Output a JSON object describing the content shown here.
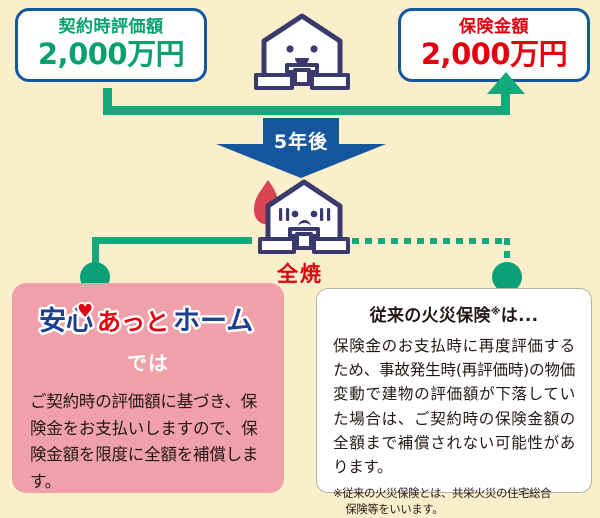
{
  "colors": {
    "background": "#faeecb",
    "green": "#13a97a",
    "navy": "#15579c",
    "red": "#e2000f",
    "pink_panel": "#f0a0a8",
    "house_outline": "#3b3a6e",
    "flame": "#d94452"
  },
  "boxes": {
    "contract": {
      "label": "契約時評価額",
      "amount": "2,000万円"
    },
    "insured": {
      "label": "保険金額",
      "amount": "2,000万円"
    }
  },
  "timeline": {
    "arrow_label": "5年後"
  },
  "fire": {
    "caption": "全焼"
  },
  "icons": {
    "house_top": "house-smiling-icon",
    "house_fire": "house-burning-icon",
    "flame": "flame-icon",
    "arrow_down": "arrow-down-icon",
    "arrow_up": "arrow-up-icon",
    "node_left": "node-dot-icon",
    "node_right": "node-dot-icon"
  },
  "panel_pink": {
    "logo": {
      "part1": "安心",
      "heart": "♥",
      "part2": "あっと",
      "part3": "ホーム",
      "alt": "安心あっとホーム"
    },
    "subtitle": "では",
    "body": "ご契約時の評価額に基づき、保険金をお支払いしますので、保険金額を限度に全額を補償します。"
  },
  "panel_white": {
    "title": "従来の火災保険",
    "title_mark": "※",
    "title_suffix": "は...",
    "body": "保険金のお支払時に再度評価するため、事故発生時(再評価時)の物価変動で建物の評価額が下落していた場合は、ご契約時の保険金額の全額まで補償されない可能性があります。",
    "note_line1": "※従来の火災保険とは、共栄火災の住宅総合",
    "note_line2": "保険等をいいます。"
  }
}
